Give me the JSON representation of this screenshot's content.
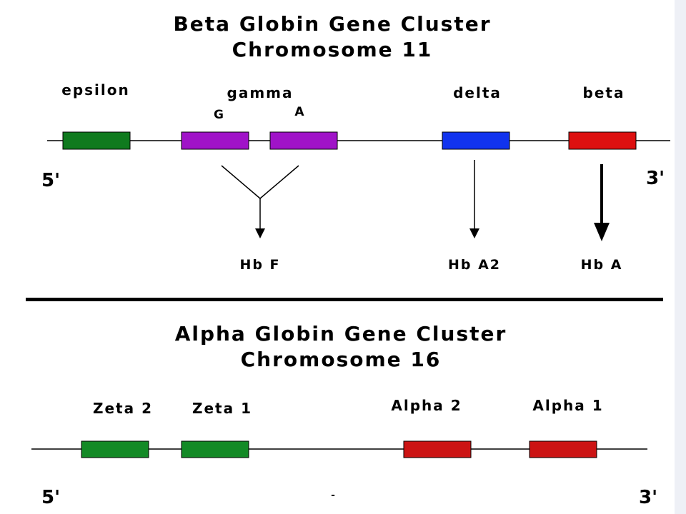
{
  "beta_cluster": {
    "title": "Beta Globin Gene Cluster",
    "subtitle": "Chromosome 11",
    "end_5": "5'",
    "end_3": "3'",
    "genes": [
      {
        "label": "epsilon",
        "color": "#0f7a1e"
      },
      {
        "label": "gamma",
        "sub_labels": [
          "G",
          "A"
        ],
        "color": "#a013c8"
      },
      {
        "label": "delta",
        "color": "#1133ee"
      },
      {
        "label": "beta",
        "color": "#dd1010"
      }
    ],
    "products": [
      "Hb F",
      "Hb A2",
      "Hb A"
    ]
  },
  "alpha_cluster": {
    "title": "Alpha Globin Gene Cluster",
    "subtitle": "Chromosome 16",
    "end_5": "5'",
    "end_3": "3'",
    "genes": [
      {
        "label": "Zeta 2",
        "color": "#138a26"
      },
      {
        "label": "Zeta 1",
        "color": "#138a26"
      },
      {
        "label": "Alpha 2",
        "color": "#cc1414"
      },
      {
        "label": "Alpha 1",
        "color": "#cc1414"
      }
    ],
    "stray_mark": "-"
  }
}
